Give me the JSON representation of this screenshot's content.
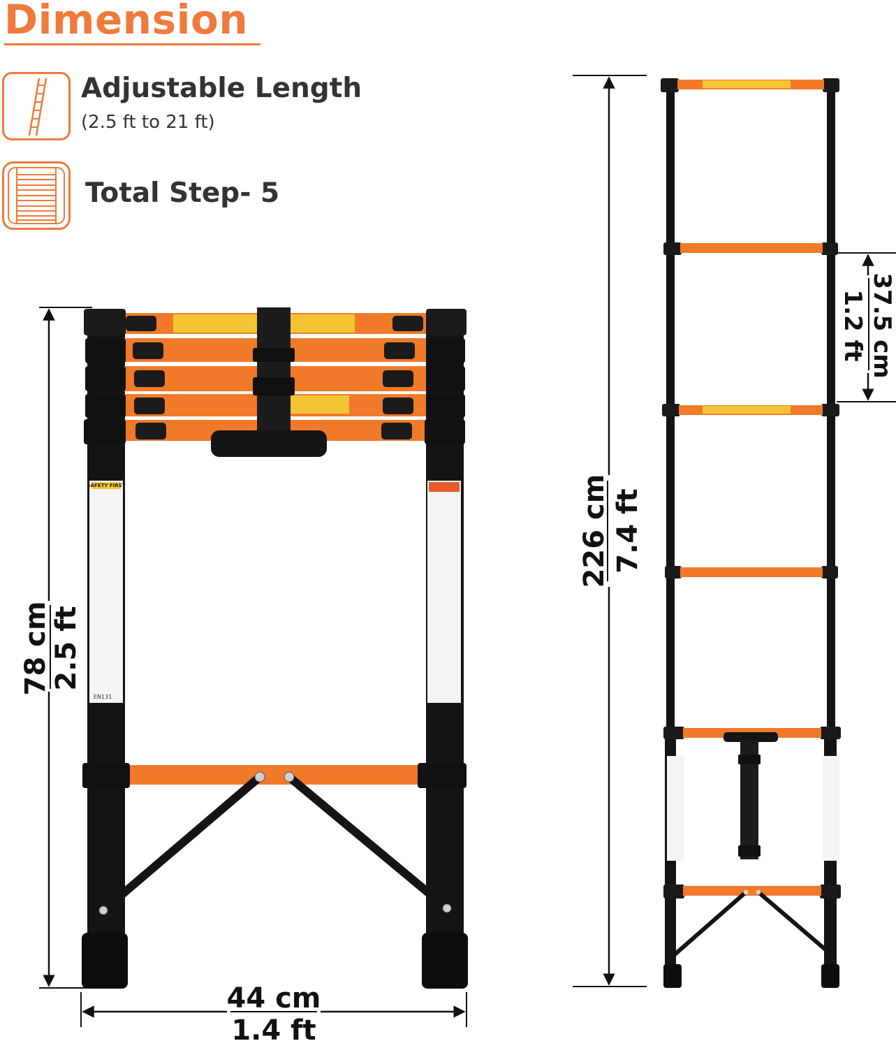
{
  "header": {
    "title": "Dimension"
  },
  "features": [
    {
      "icon": "ladder-icon",
      "title": "Adjustable Length",
      "subtitle": "(2.5 ft to 21 ft)"
    },
    {
      "icon": "steps-icon",
      "title": "Total Step- 5"
    }
  ],
  "folded_ladder": {
    "height_cm": "78 cm",
    "height_ft": "2.5 ft",
    "width_cm": "44 cm",
    "width_ft": "1.4 ft",
    "label_left": "SAFETY FIRST",
    "label_code": "EN131"
  },
  "extended_ladder": {
    "height_cm": "226 cm",
    "height_ft": "7.4 ft",
    "step_cm": "37.5 cm",
    "step_ft": "1.2 ft"
  },
  "colors": {
    "accent": "#ee7a3c",
    "rung": "#f07a2a",
    "frame": "#141414"
  }
}
